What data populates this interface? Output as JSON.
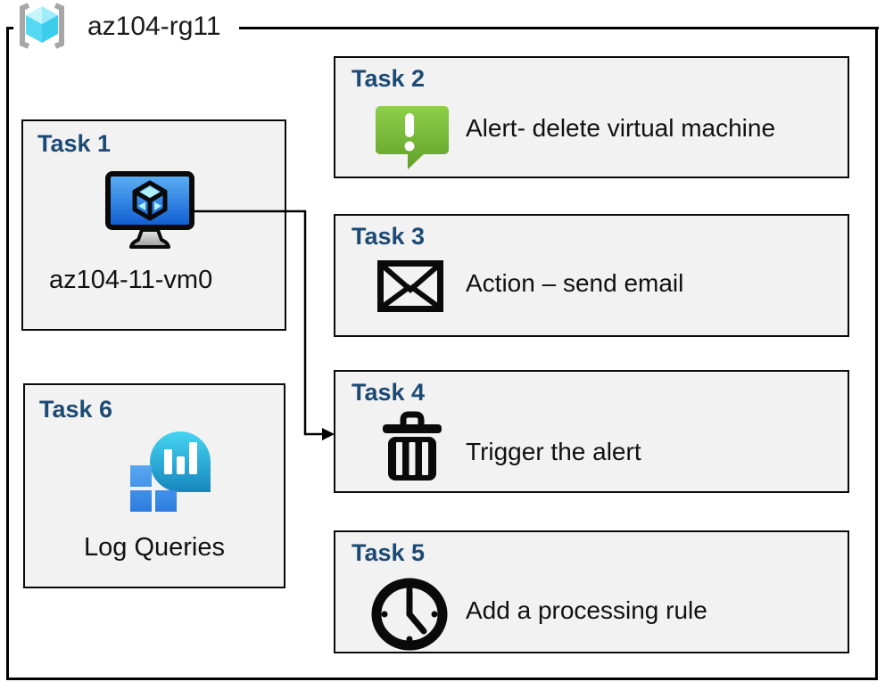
{
  "resource_group": {
    "label": "az104-rg11",
    "icon": "resource-group-icon"
  },
  "tasks": [
    {
      "title": "Task 1",
      "label": "az104-11-vm0",
      "icon": "virtual-machine-icon"
    },
    {
      "title": "Task 2",
      "label": "Alert- delete virtual machine",
      "icon": "alert-icon"
    },
    {
      "title": "Task 3",
      "label": "Action – send email",
      "icon": "email-icon"
    },
    {
      "title": "Task 4",
      "label": "Trigger the alert",
      "icon": "trash-icon"
    },
    {
      "title": "Task 5",
      "label": "Add a processing rule",
      "icon": "clock-icon"
    },
    {
      "title": "Task 6",
      "label": "Log Queries",
      "icon": "log-analytics-icon"
    }
  ],
  "connector": {
    "from": "Task 1 virtual machine",
    "to": "Task 4"
  },
  "colors": {
    "task_title": "#1c4a74",
    "box_fill": "#f2f2f2",
    "box_border": "#0a0a0a",
    "alert_green_top": "#8ed04a",
    "alert_green_bottom": "#5f9e26",
    "vm_screen_top": "#5fb2f6",
    "vm_screen_bottom": "#0d5bd0",
    "log_teal_top": "#46d4f2",
    "log_teal_bottom": "#1686bd",
    "log_square_top": "#5aa7f0",
    "log_square_bottom": "#2c7ce0",
    "rg_cube_light": "#c8f4fc",
    "rg_cube_mid": "#55d9f3",
    "bracket_gray": "#a6a6a6"
  }
}
